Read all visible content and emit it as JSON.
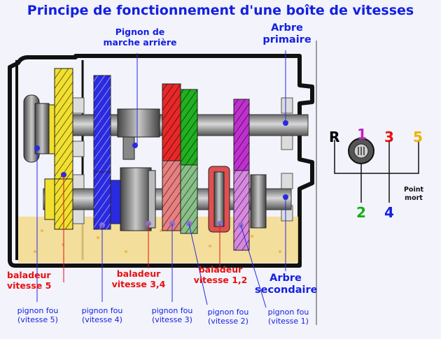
{
  "title": "Principe de fonctionnement d'une boîte de vitesses",
  "labels": {
    "pignon_marche_arriere": [
      "Pignon de",
      "marche arrière"
    ],
    "arbre_primaire": [
      "Arbre",
      "primaire"
    ],
    "arbre_secondaire": [
      "Arbre",
      "secondaire"
    ],
    "baladeur_5": [
      "baladeur",
      "vitesse 5"
    ],
    "baladeur_34": [
      "baladeur",
      "vitesse 3,4"
    ],
    "baladeur_12": [
      "baladeur",
      "vitesse 1,2"
    ],
    "pignon_fou_5": [
      "pignon fou",
      "(vitesse 5)"
    ],
    "pignon_fou_4": [
      "pignon fou",
      "(vitesse 4)"
    ],
    "pignon_fou_3": [
      "pignon fou",
      "(vitesse 3)"
    ],
    "pignon_fou_2": [
      "pignon fou",
      "(vitesse 2)"
    ],
    "pignon_fou_1": [
      "pignon fou",
      "(vitesse 1)"
    ]
  },
  "shift_pattern": {
    "positions": [
      {
        "label": "R",
        "color": "#000000"
      },
      {
        "label": "1",
        "color": "#c020c0"
      },
      {
        "label": "3",
        "color": "#e81010"
      },
      {
        "label": "5",
        "color": "#f0b000"
      },
      {
        "label": "2",
        "color": "#10b010"
      },
      {
        "label": "4",
        "color": "#1420e0"
      }
    ],
    "neutral": [
      "Point",
      "mort"
    ]
  },
  "colors": {
    "gear_5": "#f2e030",
    "gear_4": "#2a2ae0",
    "gear_3": "#e82828",
    "gear_2": "#20b020",
    "gear_1": "#c030d0",
    "reverse": "#777777",
    "oil": "#f5d98a",
    "label_blue": "#1420e0",
    "label_red": "#e81010"
  }
}
